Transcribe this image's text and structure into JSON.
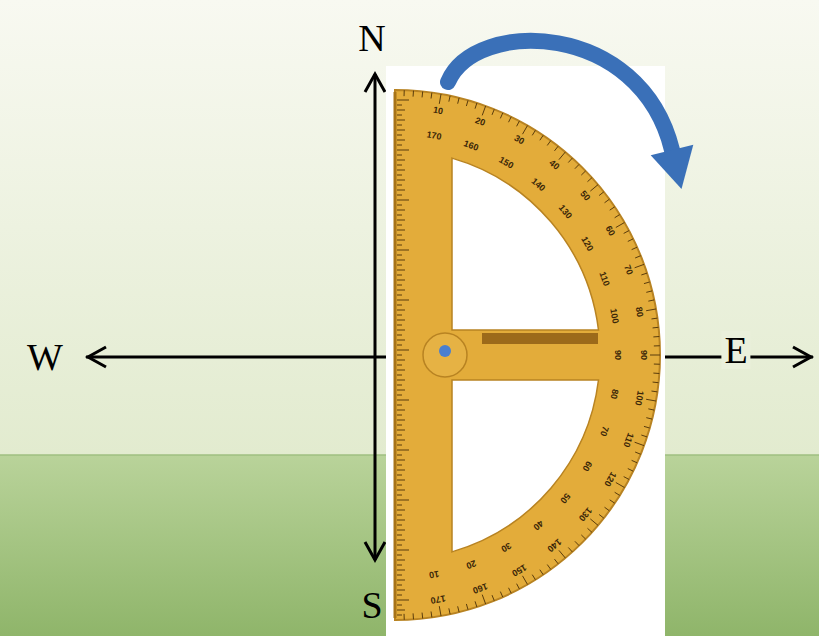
{
  "diagram": {
    "labels": [
      "N",
      "W",
      "E",
      "S",
      "10",
      "20",
      "30",
      "40",
      "50",
      "60",
      "70",
      "80",
      "90",
      "100",
      "110",
      "120",
      "130",
      "140",
      "150",
      "160",
      "170",
      "170",
      "160",
      "150",
      "140",
      "130",
      "120",
      "110",
      "100",
      "90",
      "80",
      "70",
      "60",
      "50",
      "40",
      "30",
      "20",
      "10"
    ]
  }
}
